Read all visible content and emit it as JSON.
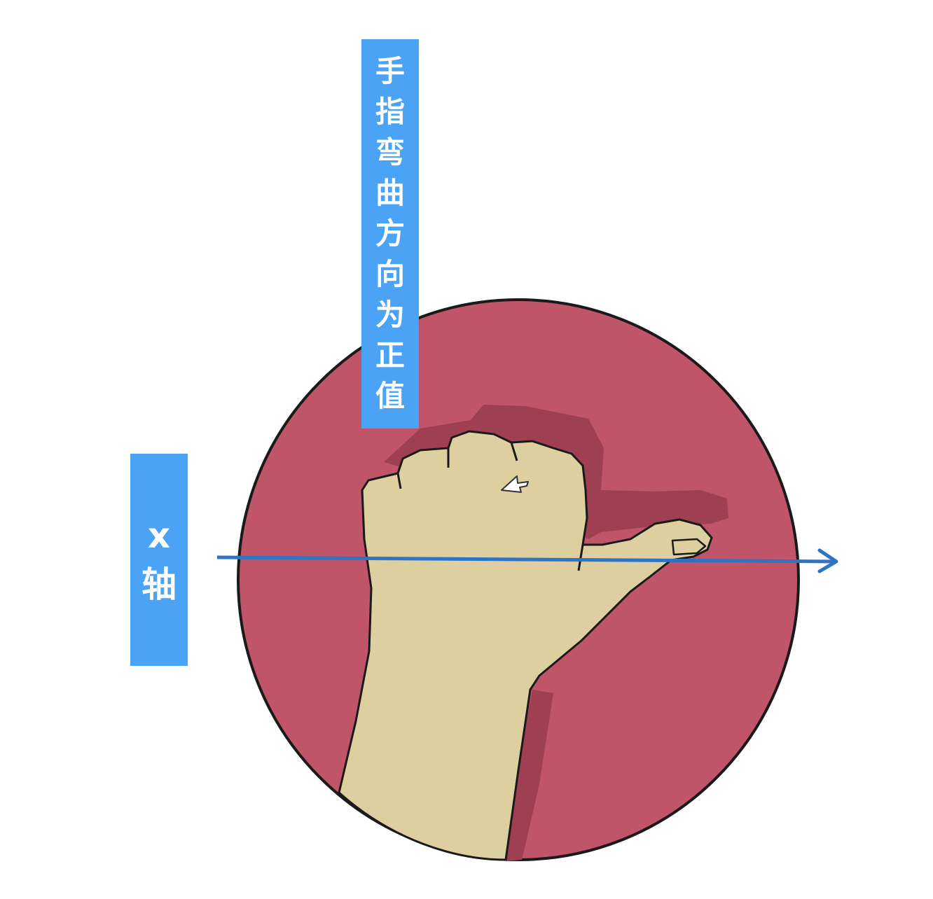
{
  "labels": {
    "rotation_direction": [
      "手",
      "指",
      "弯",
      "曲",
      "方",
      "向",
      "为",
      "正",
      "值"
    ],
    "axis": [
      "x",
      "轴"
    ]
  },
  "colors": {
    "label_background": "#4aa3f5",
    "label_text": "#ffffff",
    "circle_fill": "#c05468",
    "circle_shadow": "#9e3f52",
    "hand_fill": "#ddcfa0",
    "outline": "#1a1a1a",
    "axis_arrow": "#2f73c4"
  },
  "icons": {
    "hand": "thumbs-up-hand-icon",
    "cursor": "mouse-cursor-icon",
    "axis": "arrow-right-icon"
  }
}
